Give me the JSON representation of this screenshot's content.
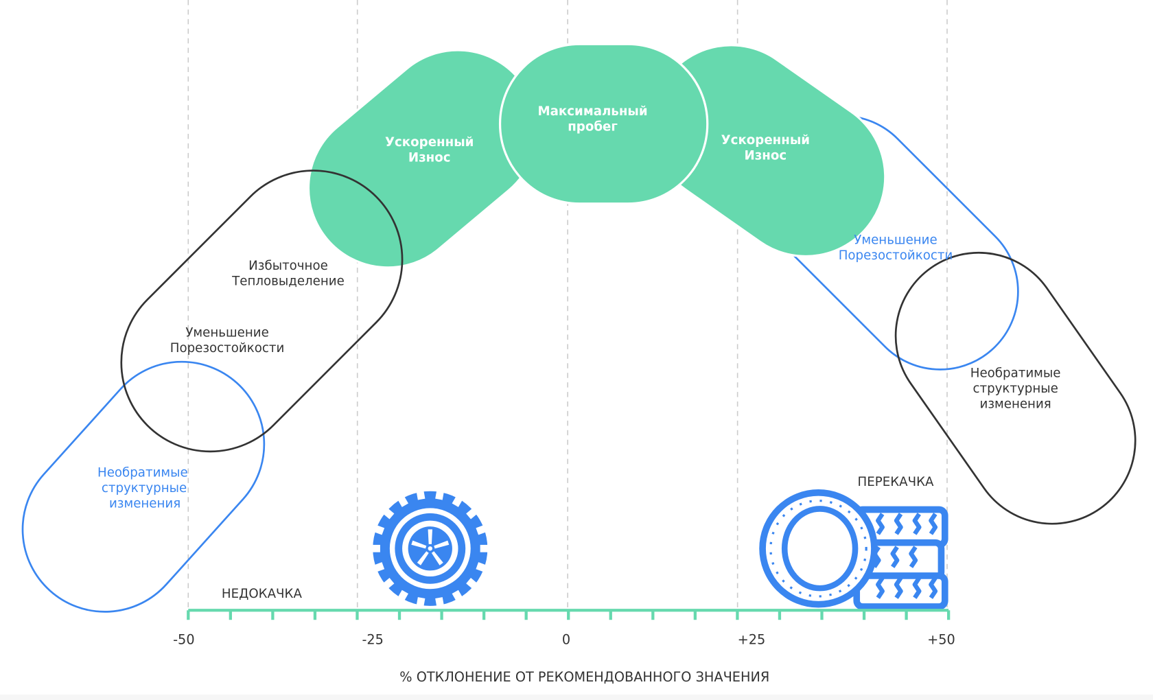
{
  "colors": {
    "green": "#66d9ae",
    "blue": "#3a86f0",
    "dark": "#333333"
  },
  "zones": {
    "center": [
      "Максимальный",
      "пробег"
    ],
    "left_green": [
      "Ускоренный",
      "Износ"
    ],
    "right_green": [
      "Ускоренный",
      "Износ"
    ],
    "left_black_1": [
      "Избыточное",
      "Тепловыделение"
    ],
    "left_black_2": [
      "Уменьшение",
      "Порезостойкости"
    ],
    "left_blue": [
      "Необратимые",
      "структурные",
      "изменения"
    ],
    "right_blue": [
      "Уменьшение",
      "Порезостойкости"
    ],
    "right_black": [
      "Необратимые",
      "структурные",
      "изменения"
    ]
  },
  "labels": {
    "under": "НЕДОКАЧКА",
    "over": "ПЕРЕКАЧКА"
  },
  "axis": {
    "ticks": [
      "-50",
      "-25",
      "0",
      "+25",
      "+50"
    ],
    "title": "% ОТКЛОНЕНИЕ ОТ РЕКОМЕНДОВАННОГО ЗНАЧЕНИЯ"
  },
  "icons": {
    "under": "flat-tire-icon",
    "over": "tire-stack-icon"
  }
}
